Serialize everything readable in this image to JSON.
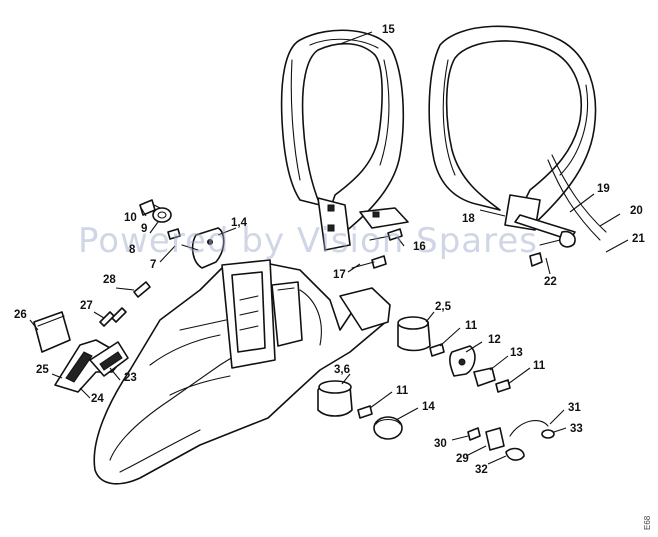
{
  "diagram": {
    "watermark": "Powered by Vision Spares",
    "side_code": "E68",
    "labels": {
      "p15": "15",
      "p14_1": "1,4",
      "p10": "10",
      "p9": "9",
      "p8": "8",
      "p7": "7",
      "p16": "16",
      "p17": "17",
      "p18": "18",
      "p19": "19",
      "p20": "20",
      "p21": "21",
      "p22": "22",
      "p28": "28",
      "p27": "27",
      "p26": "26",
      "p25": "25",
      "p23": "23",
      "p24": "24",
      "p25b": "2,5",
      "p11a": "11",
      "p12": "12",
      "p13": "13",
      "p11b": "11",
      "p36": "3,6",
      "p11c": "11",
      "p14": "14",
      "p31": "31",
      "p33": "33",
      "p30": "30",
      "p29": "29",
      "p32": "32"
    }
  }
}
